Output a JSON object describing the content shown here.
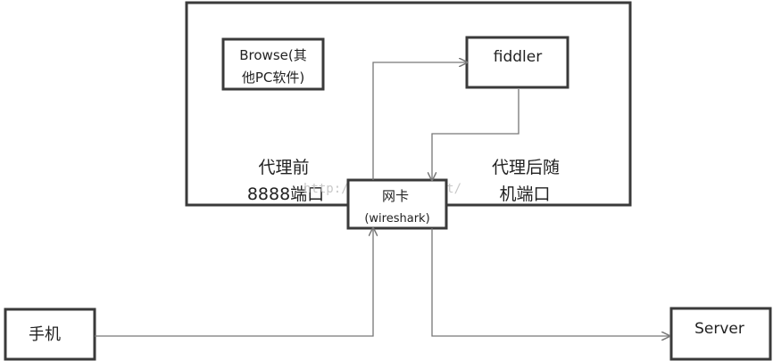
{
  "diagram": {
    "pc_box": {
      "line1": "Browse(其",
      "line2": "他PC软件)"
    },
    "fiddler": {
      "label": "fiddler"
    },
    "nic": {
      "line1": "网卡",
      "line2": "(wireshark)"
    },
    "phone": {
      "label": "手机"
    },
    "server": {
      "label": "Server"
    },
    "proxy_before": {
      "line1": "代理前",
      "line2": "8888端口"
    },
    "proxy_after": {
      "line1": "代理后随",
      "line2": "机端口"
    },
    "watermark": "http://blog.csdn.net/"
  },
  "colors": {
    "border": "#3a3a3a",
    "line": "#777777",
    "text": "#222222"
  }
}
